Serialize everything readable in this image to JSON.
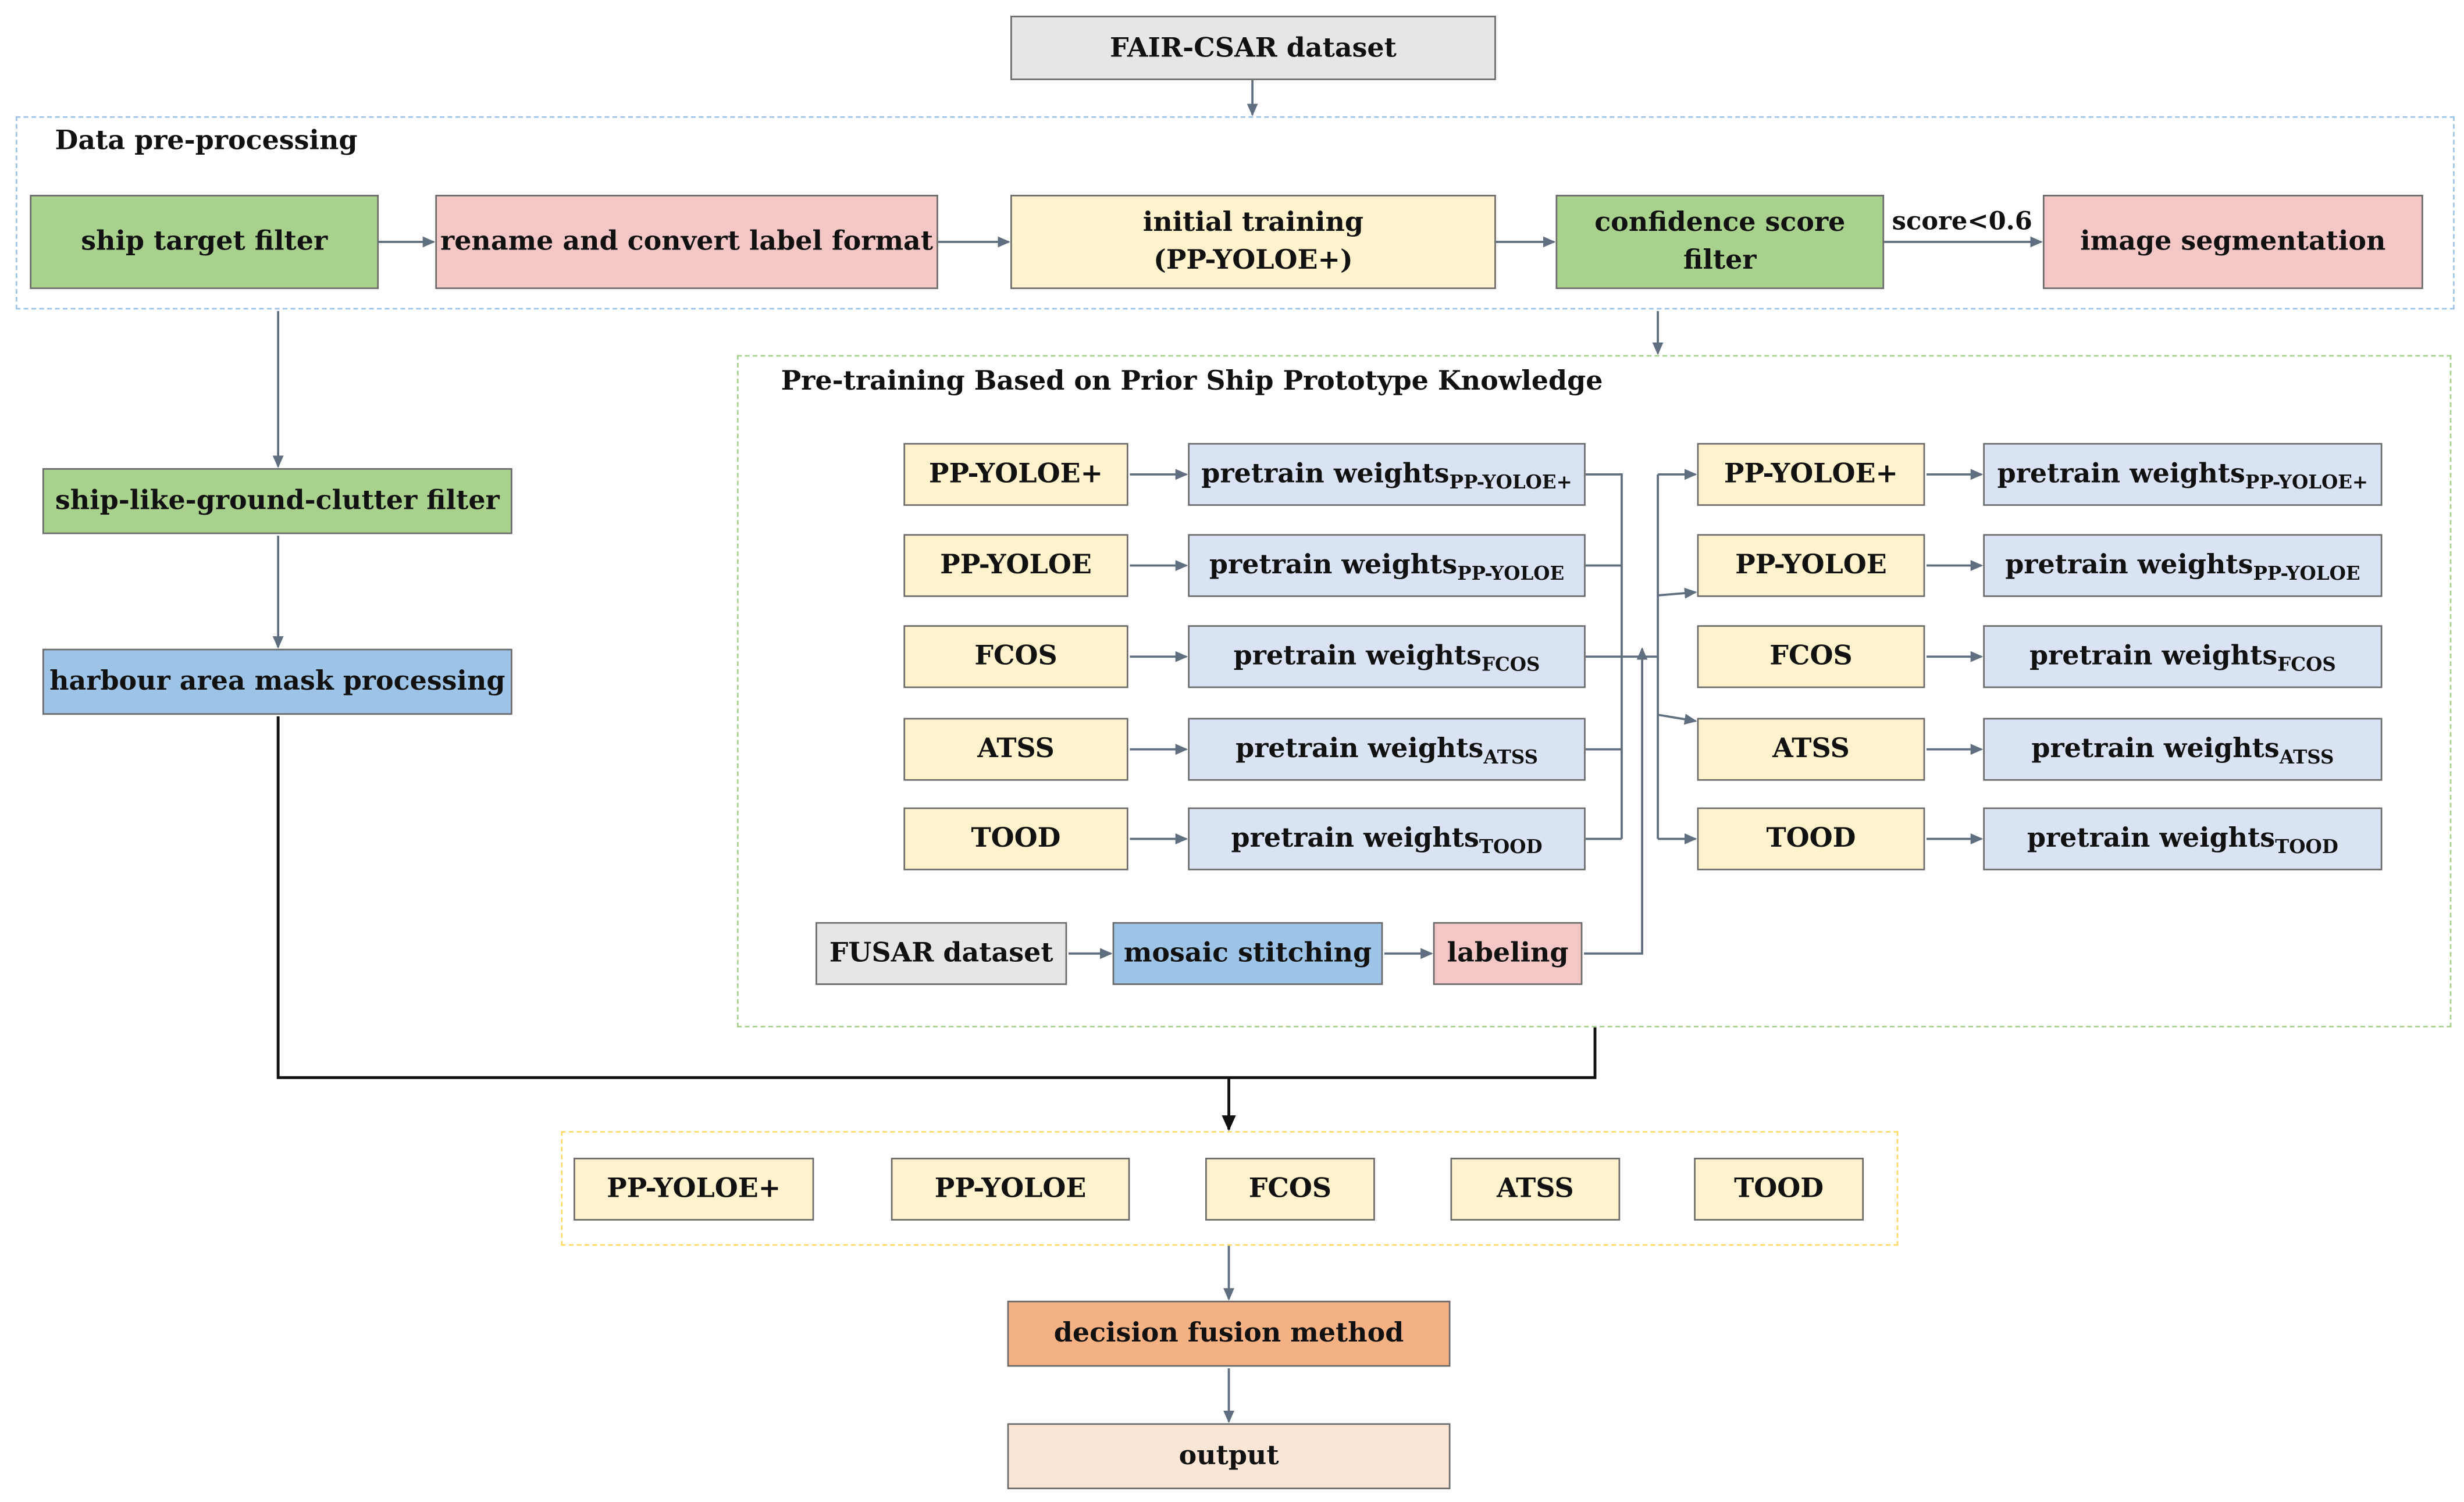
{
  "colors": {
    "gray": "#e6e6e6",
    "green": "#a9d18e",
    "pink": "#f4c7c7",
    "yellow": "#fff2cc",
    "lavender": "#dae3f3",
    "blue": "#9dc3e6",
    "orange": "#f4b183",
    "peach": "#fbe5d6",
    "group_blue": "#9dc3e6",
    "group_green": "#a9d18e",
    "group_yellow": "#ffd966"
  },
  "source": {
    "label": "FAIR-CSAR dataset"
  },
  "preprocessing": {
    "title": "Data pre-processing",
    "ship_target_filter": "ship target filter",
    "rename_convert": "rename and convert label format",
    "initial_training": {
      "line1": "initial training",
      "line2": "(PP-YOLOE+)"
    },
    "confidence_filter": {
      "line1": "confidence score",
      "line2": "filter"
    },
    "score_condition": "score<0.6",
    "image_segmentation": "image segmentation"
  },
  "clutter_filter": "ship-like-ground-clutter filter",
  "harbour_mask": "harbour area mask processing",
  "pretraining": {
    "title": "Pre-training Based on Prior Ship Prototype Knowledge",
    "weights_prefix": "pretrain weights",
    "left_models": [
      {
        "name": "PP-YOLOE+",
        "subscript": "PP-YOLOE+"
      },
      {
        "name": "PP-YOLOE",
        "subscript": "PP-YOLOE"
      },
      {
        "name": "FCOS",
        "subscript": "FCOS"
      },
      {
        "name": "ATSS",
        "subscript": "ATSS"
      },
      {
        "name": "TOOD",
        "subscript": "TOOD"
      }
    ],
    "right_models": [
      {
        "name": "PP-YOLOE+",
        "subscript": "PP-YOLOE+"
      },
      {
        "name": "PP-YOLOE",
        "subscript": "PP-YOLOE"
      },
      {
        "name": "FCOS",
        "subscript": "FCOS"
      },
      {
        "name": "ATSS",
        "subscript": "ATSS"
      },
      {
        "name": "TOOD",
        "subscript": "TOOD"
      }
    ],
    "fusar_dataset": "FUSAR dataset",
    "mosaic_stitching": "mosaic stitching",
    "labeling": "labeling"
  },
  "detectors": [
    "PP-YOLOE+",
    "PP-YOLOE",
    "FCOS",
    "ATSS",
    "TOOD"
  ],
  "decision_fusion": "decision fusion method",
  "output": "output"
}
